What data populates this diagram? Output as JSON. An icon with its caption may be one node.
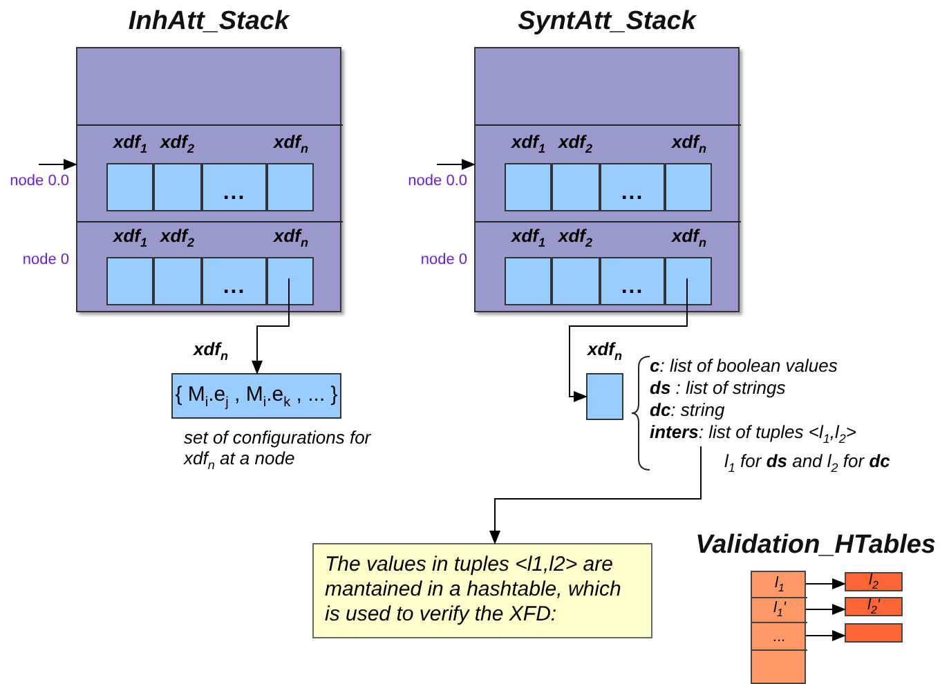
{
  "diagram": {
    "nodes": [
      {
        "text": [
          "InhAtt_Stack"
        ]
      },
      {
        "text": [],
        "shape": "box",
        "in": 0,
        "beside": [
          "node 0.0"
        ]
      },
      {
        "text": [],
        "shape": "box",
        "in": 1,
        "beside": [
          "xdf$_{1}$"
        ]
      },
      {
        "text": [],
        "shape": "box",
        "in": 1,
        "beside": [
          "xdf$_{2}$"
        ]
      },
      {
        "text": [
          "..."
        ],
        "in": 1
      },
      {
        "text": [],
        "shape": "box",
        "in": 1,
        "beside": [
          "xdf$_{n}$"
        ]
      },
      {
        "text": [],
        "shape": "box",
        "in": 0,
        "beside": [
          "node 0"
        ]
      },
      {
        "text": [],
        "shape": "box",
        "in": 6,
        "beside": [
          "xdf$_{1}$"
        ]
      },
      {
        "text": [],
        "shape": "box",
        "in": 6,
        "beside": [
          "xdf$_{2}$"
        ]
      },
      {
        "text": [
          "..."
        ],
        "in": 6
      },
      {
        "text": [],
        "shape": "box",
        "in": 6,
        "beside": [
          "xdf$_{n}$"
        ]
      },
      {
        "text": [
          "SyntAtt_Stack"
        ]
      },
      {
        "text": [],
        "shape": "box",
        "in": 11,
        "beside": [
          "node 0.0"
        ]
      },
      {
        "text": [],
        "shape": "box",
        "in": 12,
        "beside": [
          "xdf$_{1}$"
        ]
      },
      {
        "text": [],
        "shape": "box",
        "in": 12,
        "beside": [
          "xdf$_{2}$"
        ]
      },
      {
        "text": [
          "..."
        ],
        "in": 12
      },
      {
        "text": [],
        "shape": "box",
        "in": 12,
        "beside": [
          "xdf$_{n}$"
        ]
      },
      {
        "text": [],
        "shape": "box",
        "in": 11,
        "beside": [
          "node 0"
        ]
      },
      {
        "text": [],
        "shape": "box",
        "in": 17,
        "beside": [
          "xdf$_{1}$"
        ]
      },
      {
        "text": [],
        "shape": "box",
        "in": 17,
        "beside": [
          "xdf$_{2}$"
        ]
      },
      {
        "text": [
          "..."
        ],
        "in": 17
      },
      {
        "text": [],
        "shape": "box",
        "in": 17,
        "beside": [
          "xdf$_{n}$"
        ]
      },
      {
        "text": [
          "{ M$_{i}$.e$_{j}$ , M$_{i}$.e$_{k}$ , ...  }"
        ],
        "beside": [
          "xdf$_{n}$",
          "set of configurations for xdf$_{n}$ at a node"
        ]
      },
      {
        "text": [],
        "shape": "box",
        "beside": [
          "xdf$_{n}$"
        ]
      },
      {
        "text": [
          "**c**: list of boolean values",
          "**ds** : list of strings",
          "**dc**: string",
          "**inters**: list of tuples <l$_{1}$,l$_{2}$>",
          "l$_{1}$ for **ds** and l$_{2}$ for **dc**"
        ]
      },
      {
        "text": [
          "The values in tuples <l1,l2> are mantained in a hashtable, which is used to verify the XFD:"
        ]
      },
      {
        "text": [
          "Validation_HTables"
        ]
      },
      {
        "text": [
          "l$_{1}$"
        ],
        "in": 26
      },
      {
        "text": [
          "l$_{1}$'"
        ],
        "in": 26
      },
      {
        "text": [
          "..."
        ],
        "in": 26
      },
      {
        "text": [
          "l$_{2}$"
        ]
      },
      {
        "text": [
          "l$_{2}$'"
        ]
      },
      {
        "text": [],
        "shape": "box"
      }
    ],
    "edges": [
      {
        "from": null,
        "to": 1,
        "arrow": "to"
      },
      {
        "from": null,
        "to": 12,
        "arrow": "to"
      },
      {
        "from": 10,
        "to": 22,
        "arrow": "to"
      },
      {
        "from": 21,
        "to": 23,
        "arrow": "to"
      },
      {
        "from": 24,
        "to": 25,
        "arrow": "to"
      },
      {
        "from": 27,
        "to": 30,
        "arrow": "to"
      },
      {
        "from": 28,
        "to": 31,
        "arrow": "to"
      },
      {
        "from": 29,
        "to": 32,
        "arrow": "to"
      }
    ]
  }
}
